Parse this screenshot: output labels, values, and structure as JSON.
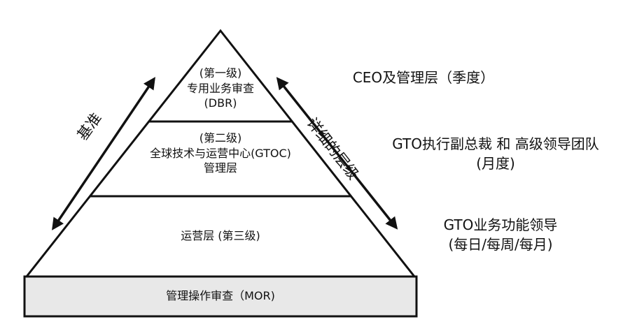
{
  "pyramid": {
    "level1": {
      "line1": "(第一级)",
      "line2": "专用业务审查",
      "line3": "(DBR)"
    },
    "level2": {
      "line1": "(第二级)",
      "line2": "全球技术与运营中心(GTOC)",
      "line3": "管理层"
    },
    "level3": {
      "line1": "运营层 (第三级)"
    },
    "base": {
      "line1": "管理操作审查（MOR)"
    }
  },
  "arrows": {
    "left": "基准",
    "right": "详细的层级"
  },
  "side_labels": {
    "top": {
      "line1": "CEO及管理层（季度）"
    },
    "middle": {
      "line1": "GTO执行副总裁 和 高级领导团队",
      "line2": "(月度)"
    },
    "bottom": {
      "line1": "GTO业务功能领导",
      "line2": "(每日/每周/每月)"
    }
  },
  "colors": {
    "line": "#111111",
    "base_fill": "#e8e8e8"
  }
}
